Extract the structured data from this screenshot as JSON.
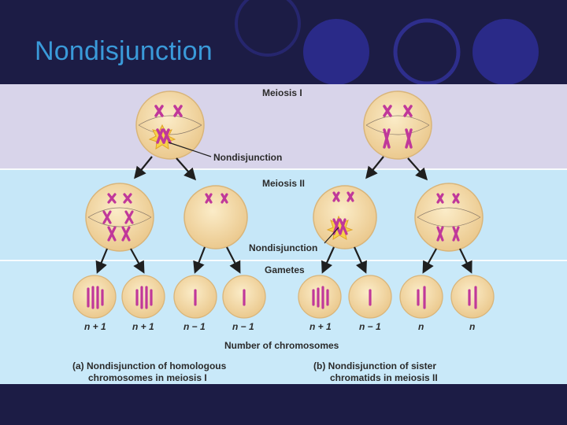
{
  "slide": {
    "title": "Nondisjunction"
  },
  "diagram": {
    "stage_meiosis_1": "Meiosis I",
    "stage_meiosis_2": "Meiosis II",
    "stage_gametes": "Gametes",
    "callout_nondisjunction_a": "Nondisjunction",
    "callout_nondisjunction_b": "Nondisjunction",
    "axis_label": "Number of chromosomes",
    "gamete_labels_a": [
      "n + 1",
      "n + 1",
      "n − 1",
      "n − 1"
    ],
    "gamete_labels_b": [
      "n + 1",
      "n − 1",
      "n",
      "n"
    ],
    "caption_a_line1": "(a) Nondisjunction of homologous",
    "caption_a_line2": "chromosomes in meiosis I",
    "caption_b_line1": "(b) Nondisjunction of sister",
    "caption_b_line2": "chromatids in meiosis II"
  },
  "colors": {
    "cell_fill": "#f3d9a4",
    "chromosome": "#c0389a",
    "arrow": "#1f1f1f",
    "star": "#f6d24a"
  }
}
